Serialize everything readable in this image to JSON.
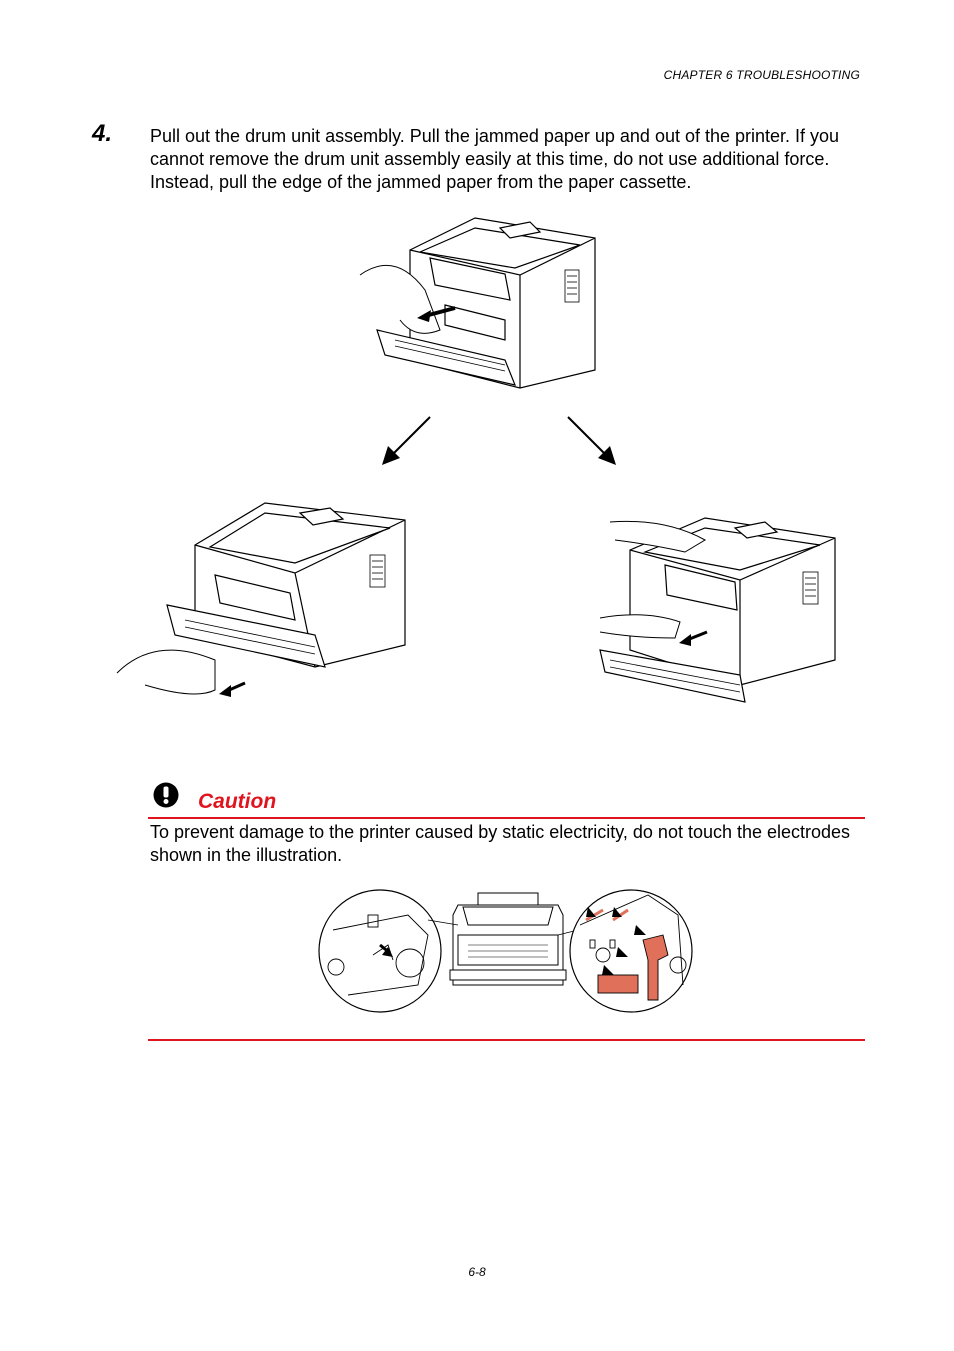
{
  "header": {
    "chapter": "CHAPTER 6 TROUBLESHOOTING"
  },
  "step": {
    "number": "4.",
    "text": "Pull out the drum unit assembly.  Pull the jammed paper up and out of the printer.  If you cannot remove the drum unit assembly easily at this time, do not use additional force.  Instead, pull the edge of the jammed paper from the paper cassette."
  },
  "caution": {
    "title": "Caution",
    "text": "To prevent damage to the printer caused by static electricity, do not touch the electrodes shown in the illustration."
  },
  "footer": {
    "page": "6-8"
  },
  "colors": {
    "accent": "#e0141e",
    "highlight": "#e0705a"
  },
  "icons": [
    "caution-exclamation-icon",
    "arrow-down-left-icon",
    "arrow-down-right-icon",
    "pull-arrow-icon"
  ]
}
